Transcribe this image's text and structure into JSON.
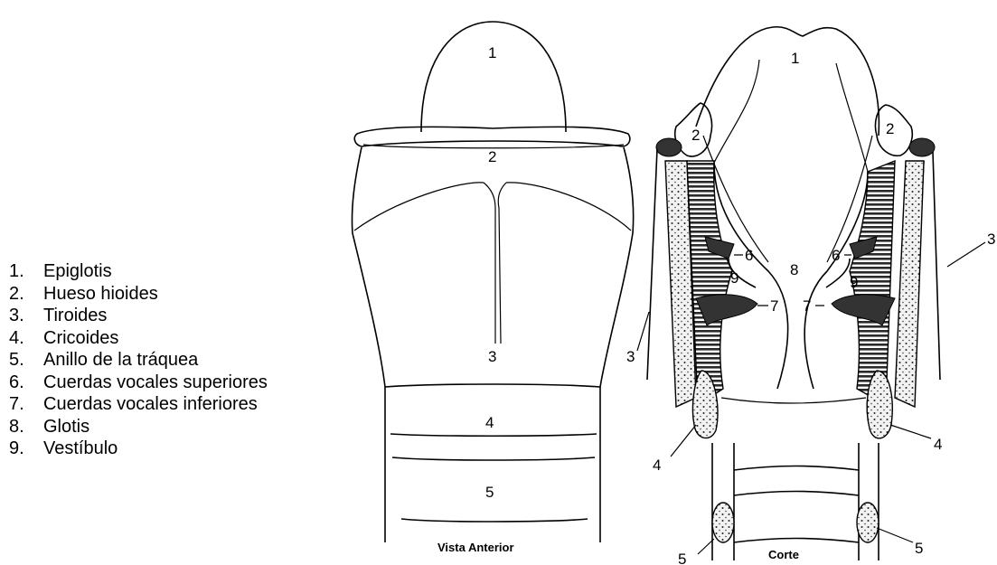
{
  "legend": [
    {
      "num": "1.",
      "label": "Epiglotis"
    },
    {
      "num": "2.",
      "label": "Hueso hioides"
    },
    {
      "num": "3.",
      "label": "Tiroides"
    },
    {
      "num": "4.",
      "label": "Cricoides"
    },
    {
      "num": "5.",
      "label": "Anillo de la tráquea"
    },
    {
      "num": "6.",
      "label": "Cuerdas vocales superiores"
    },
    {
      "num": "7.",
      "label": "Cuerdas vocales inferiores"
    },
    {
      "num": "8.",
      "label": "Glotis"
    },
    {
      "num": "9.",
      "label": "Vestíbulo"
    }
  ],
  "anterior": {
    "caption": "Vista Anterior",
    "labels": {
      "epiglotis": "1",
      "hioides": "2",
      "tiroides": "3",
      "cricoides": "4",
      "traquea": "5"
    }
  },
  "corte": {
    "caption": "Corte",
    "labels": {
      "epiglotis": "1",
      "hioides_left": "2",
      "hioides_right": "2",
      "tiroides_left": "3",
      "tiroides_right": "3",
      "cricoides_left": "4",
      "cricoides_right": "4",
      "traquea_left": "5",
      "traquea_right": "5",
      "sup_left": "6",
      "sup_right": "6",
      "inf_left": "7",
      "inf_right": "7",
      "glotis": "8",
      "vest_left": "9",
      "vest_right": "9"
    }
  }
}
